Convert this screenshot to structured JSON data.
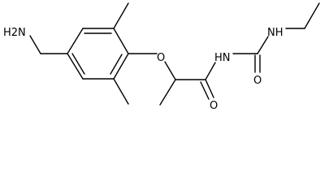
{
  "molecule": {
    "atoms": {
      "amine_nh2": "H2N",
      "ether_o": "O",
      "amide_nh": "HN",
      "urea_nh": "NH",
      "amide_o": "O",
      "urea_o": "O"
    }
  }
}
